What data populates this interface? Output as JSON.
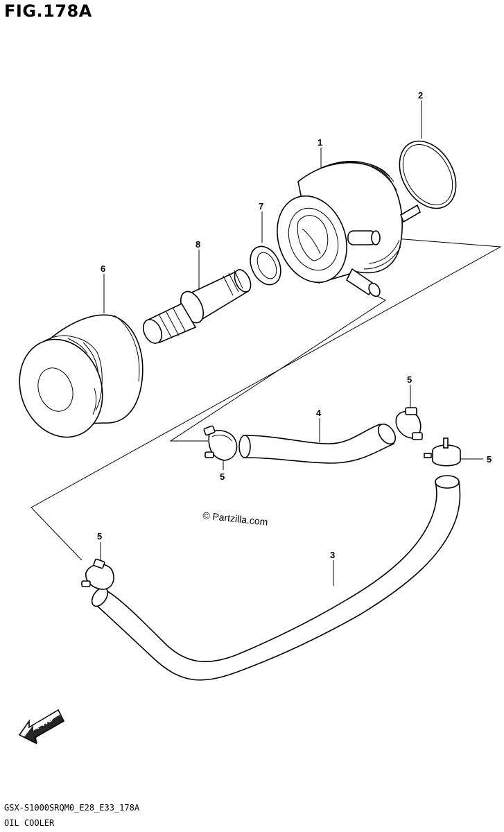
{
  "header": {
    "figure_title": "FIG.178A"
  },
  "footer": {
    "model_code": "GSX-S1000SRQM0_E28_E33_178A",
    "section_name": "OIL COOLER"
  },
  "watermark": {
    "text": "© Partzilla.com"
  },
  "fwd_label": "FWD",
  "callouts": {
    "c1": "1",
    "c2": "2",
    "c3": "3",
    "c4": "4",
    "c5a": "5",
    "c5b": "5",
    "c5c": "5",
    "c5d": "5",
    "c6": "6",
    "c7": "7",
    "c8": "8"
  }
}
